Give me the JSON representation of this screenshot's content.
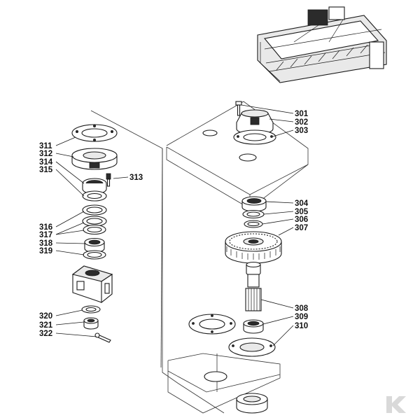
{
  "labels_left": [
    "311",
    "312",
    "314",
    "315",
    "316",
    "317",
    "318",
    "319",
    "320",
    "321",
    "322"
  ],
  "label_313": "313",
  "labels_right": [
    "301",
    "302",
    "303",
    "304",
    "305",
    "306",
    "307",
    "308",
    "309",
    "310"
  ],
  "icons": {
    "thumbnail": "rotary-harrow-thumbnail-icon",
    "brand_logo": "k-logo-icon"
  },
  "colors": {
    "line": "#1a1a1a",
    "background": "#ffffff",
    "logo": "#d9d9d9"
  }
}
